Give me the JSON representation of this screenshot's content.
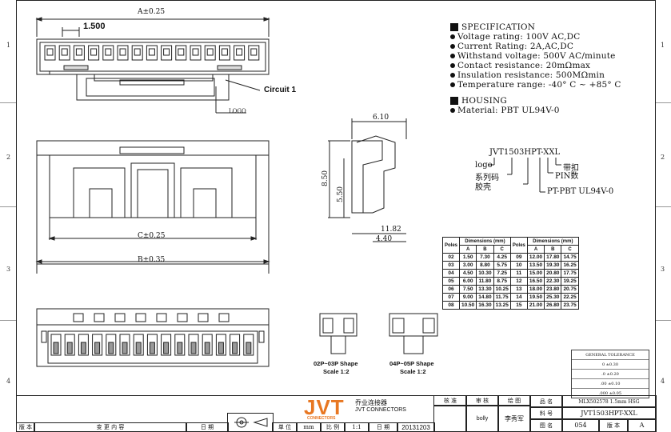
{
  "zones": {
    "left": [
      "1",
      "2",
      "3",
      "4"
    ],
    "right": [
      "1",
      "2",
      "3",
      "4"
    ]
  },
  "front_view": {
    "dim_a": "A±0.25",
    "pitch": "1.500",
    "circuit_label": "Circuit 1",
    "logo_label": "LOGO"
  },
  "bottom_view": {
    "dim_c": "C±0.25",
    "dim_b": "B±0.35"
  },
  "side_view": {
    "width_top": "6.10",
    "height_total": "8.50",
    "height_inner": "5.50",
    "depth_1": "11.82",
    "depth_2": "4.40"
  },
  "specification": {
    "title": "SPECIFICATION",
    "items": [
      "Voltage rating: 100V AC,DC",
      "Current Rating: 2A,AC,DC",
      "Withstand voltage: 500V AC/minute",
      "Contact resistance: 20mΩmax",
      "Insulation resistance: 500MΩmin",
      "Temperature range: -40° C ~ +85° C"
    ]
  },
  "housing": {
    "title": "HOUSING",
    "material": "Material: PBT UL94V-0"
  },
  "part_code": {
    "code": "JVT1503HPT-XXL",
    "left_labels": [
      "logo",
      "系列码",
      "胶壳"
    ],
    "right_labels": [
      "带扣",
      "PIN数",
      "PT-PBT UL94V-0"
    ]
  },
  "dimension_table": {
    "headers": {
      "poles": "Poles",
      "dims": "Dimensions (mm)",
      "a": "A",
      "b": "B",
      "c": "C"
    },
    "left_rows": [
      [
        "02",
        "1.50",
        "7.30",
        "4.25"
      ],
      [
        "03",
        "3.00",
        "8.80",
        "5.75"
      ],
      [
        "04",
        "4.50",
        "10.30",
        "7.25"
      ],
      [
        "05",
        "6.00",
        "11.80",
        "8.75"
      ],
      [
        "06",
        "7.50",
        "13.30",
        "10.25"
      ],
      [
        "07",
        "9.00",
        "14.80",
        "11.75"
      ],
      [
        "08",
        "10.50",
        "16.30",
        "13.25"
      ]
    ],
    "right_rows": [
      [
        "09",
        "12.00",
        "17.80",
        "14.75"
      ],
      [
        "10",
        "13.50",
        "19.30",
        "16.25"
      ],
      [
        "11",
        "15.00",
        "20.80",
        "17.75"
      ],
      [
        "12",
        "16.50",
        "22.30",
        "19.25"
      ],
      [
        "13",
        "18.00",
        "23.80",
        "20.75"
      ],
      [
        "14",
        "19.50",
        "25.30",
        "22.25"
      ],
      [
        "15",
        "21.00",
        "26.80",
        "23.75"
      ]
    ]
  },
  "shapes": [
    {
      "label": "02P~03P Shape",
      "scale": "Scale 1:2"
    },
    {
      "label": "04P~05P Shape",
      "scale": "Scale 1:2"
    }
  ],
  "general_tolerance": {
    "title": "GENERAL TOLERANCE",
    "rows": [
      "0  ±0.30",
      ".0  ±0.20",
      ".00  ±0.10",
      ".000  ±0.05"
    ]
  },
  "title_block": {
    "brand": "JVT",
    "brand_sub": "CONNECTORS",
    "company_cn": "乔业连接器",
    "company_en": "JVT CONNECTORS",
    "labels": {
      "check": "核 准",
      "review": "审 核",
      "draw": "绘 图",
      "name": "品 名",
      "part": "料 号",
      "drawing_no": "图 名",
      "version": "版 本",
      "unit": "单 位",
      "ratio": "比 例",
      "date": "日 期",
      "rev": "版 本",
      "change": "变 更 内 容",
      "day": "日 期"
    },
    "product": "MLX502578 1.5mm HSG",
    "part_no": "JVT1503HPT-XXL",
    "drawing": "054",
    "version_val": "A",
    "unit_val": "mm",
    "ratio_val": "1:1",
    "date_val": "20131203",
    "reviewer": "bolly",
    "drafter": "李秀军"
  }
}
